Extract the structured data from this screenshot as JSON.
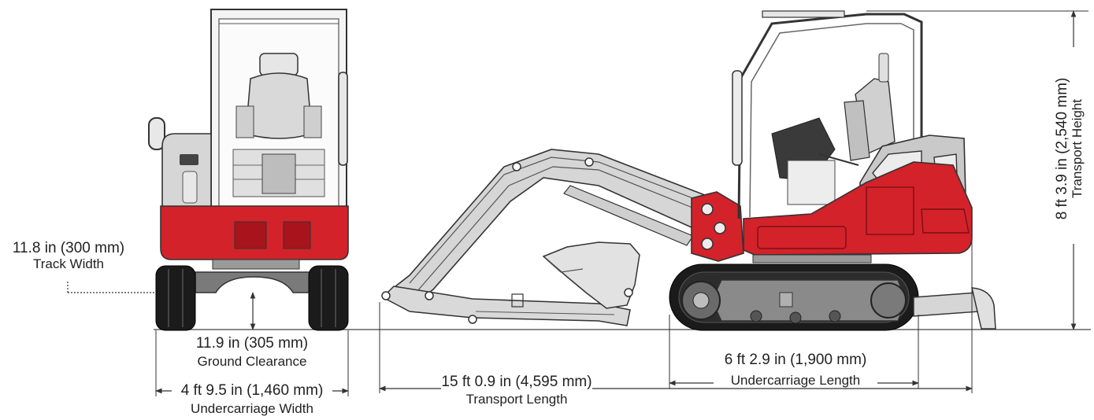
{
  "colors": {
    "body_red": "#d3222a",
    "dark_red": "#b01a21",
    "cab_grey": "#c9c9c9",
    "light_grey": "#e4e4e4",
    "track_black": "#1b1b1b",
    "undercarriage": "#7a7a7a",
    "line": "#333333"
  },
  "dimensions": {
    "track_width": {
      "value": "11.8 in (300 mm)",
      "label": "Track Width"
    },
    "ground_clearance": {
      "value": "11.9 in (305 mm)",
      "label": "Ground Clearance"
    },
    "undercarriage_width": {
      "value": "4 ft 9.5 in (1,460 mm)",
      "label": "Undercarriage Width"
    },
    "transport_length": {
      "value": "15 ft 0.9 in (4,595 mm)",
      "label": "Transport Length"
    },
    "undercarriage_length": {
      "value": "6 ft 2.9 in (1,900 mm)",
      "label": "Undercarriage Length"
    },
    "transport_height": {
      "value": "8 ft 3.9 in (2,540 mm)",
      "label": "Transport Height"
    }
  }
}
